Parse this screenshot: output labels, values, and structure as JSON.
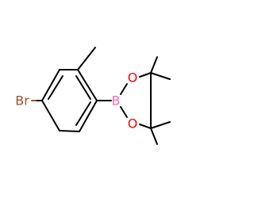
{
  "molecule": {
    "atoms": {
      "bromine": "Br",
      "boron": "B",
      "oxygen_top": "O",
      "oxygen_bottom": "O"
    }
  },
  "colors": {
    "bond": "#000000",
    "bromine": "#a0522d",
    "boron": "#ff69b4",
    "oxygen": "#ff0000"
  }
}
